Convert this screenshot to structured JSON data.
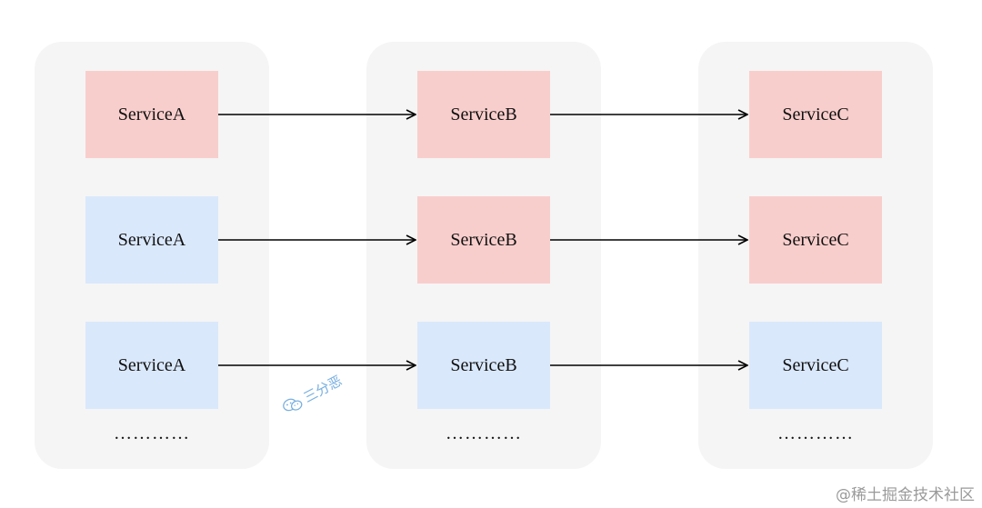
{
  "columns": [
    {
      "id": "a",
      "boxes": [
        {
          "label": "ServiceA",
          "status": "red"
        },
        {
          "label": "ServiceA",
          "status": "blue"
        },
        {
          "label": "ServiceA",
          "status": "blue"
        }
      ],
      "ellipsis": "…………"
    },
    {
      "id": "b",
      "boxes": [
        {
          "label": "ServiceB",
          "status": "red"
        },
        {
          "label": "ServiceB",
          "status": "red"
        },
        {
          "label": "ServiceB",
          "status": "blue"
        }
      ],
      "ellipsis": "…………"
    },
    {
      "id": "c",
      "boxes": [
        {
          "label": "ServiceC",
          "status": "red"
        },
        {
          "label": "ServiceC",
          "status": "red"
        },
        {
          "label": "ServiceC",
          "status": "blue"
        }
      ],
      "ellipsis": "…………"
    }
  ],
  "colors": {
    "red_fill": "#f8cecc",
    "blue_fill": "#dae8fc",
    "column_bg": "#f5f5f5",
    "arrow": "#000000",
    "watermark": "#6aa7dc",
    "credit": "#9a9a9a"
  },
  "watermark": {
    "icon": "wechat-icon",
    "text": "三分恶"
  },
  "footer": {
    "credit": "@稀土掘金技术社区"
  }
}
